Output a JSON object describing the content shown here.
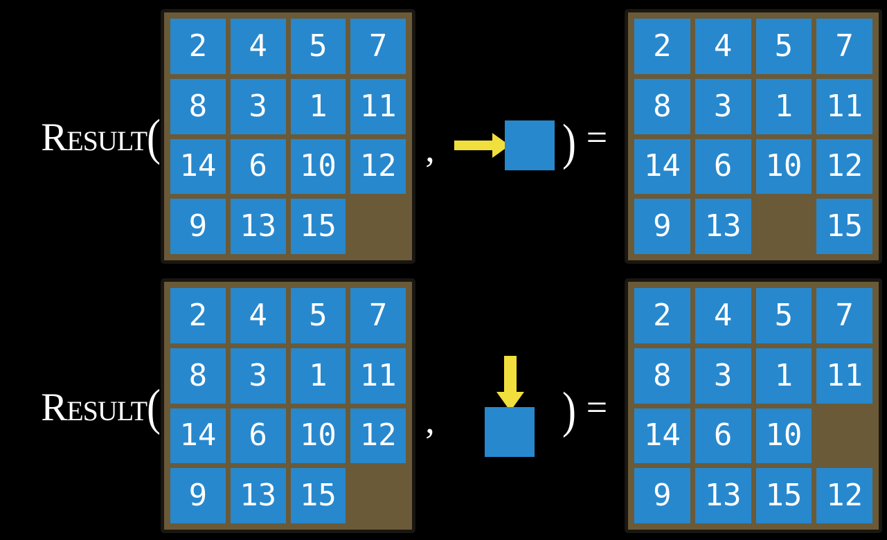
{
  "colors": {
    "background": "#000000",
    "tile-blue": "#2888cd",
    "board-brown": "#6a5a38",
    "board-border": "#1a1612",
    "arrow-yellow": "#f0df3c",
    "text-white": "#ffffff"
  },
  "function": {
    "name": "Result",
    "open_paren": "(",
    "close_paren": ")",
    "comma": ",",
    "equals": "="
  },
  "rows": [
    {
      "action": "slide-tile-right",
      "initial_board": [
        [
          "2",
          "4",
          "5",
          "7"
        ],
        [
          "8",
          "3",
          "1",
          "11"
        ],
        [
          "14",
          "6",
          "10",
          "12"
        ],
        [
          "9",
          "13",
          "15",
          ""
        ]
      ],
      "result_board": [
        [
          "2",
          "4",
          "5",
          "7"
        ],
        [
          "8",
          "3",
          "1",
          "11"
        ],
        [
          "14",
          "6",
          "10",
          "12"
        ],
        [
          "9",
          "13",
          "",
          "15"
        ]
      ]
    },
    {
      "action": "slide-tile-down",
      "initial_board": [
        [
          "2",
          "4",
          "5",
          "7"
        ],
        [
          "8",
          "3",
          "1",
          "11"
        ],
        [
          "14",
          "6",
          "10",
          "12"
        ],
        [
          "9",
          "13",
          "15",
          ""
        ]
      ],
      "result_board": [
        [
          "2",
          "4",
          "5",
          "7"
        ],
        [
          "8",
          "3",
          "1",
          "11"
        ],
        [
          "14",
          "6",
          "10",
          ""
        ],
        [
          "9",
          "13",
          "15",
          "12"
        ]
      ]
    }
  ]
}
